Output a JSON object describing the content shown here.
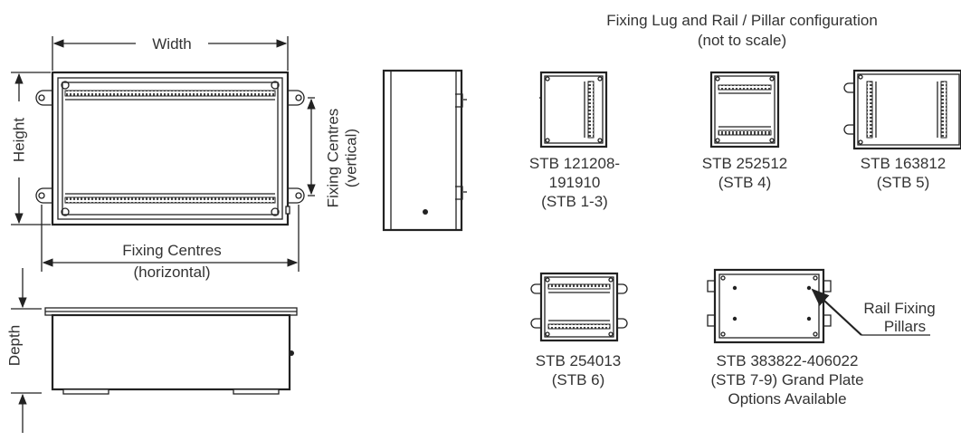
{
  "labels": {
    "width": "Width",
    "height": "Height",
    "fixing_centres_horizontal_line1": "Fixing Centres",
    "fixing_centres_horizontal_line2": "(horizontal)",
    "fixing_centres_vertical_line1": "Fixing Centres",
    "fixing_centres_vertical_line2": "(vertical)",
    "depth": "Depth"
  },
  "config": {
    "title_line1": "Fixing Lug and Rail / Pillar configuration",
    "title_line2": "(not to scale)",
    "items": [
      {
        "lines": [
          "STB 121208-",
          "191910",
          "(STB 1-3)"
        ]
      },
      {
        "lines": [
          "STB 252512",
          "(STB 4)"
        ]
      },
      {
        "lines": [
          "STB 163812",
          "(STB 5)"
        ]
      },
      {
        "lines": [
          "STB 254013",
          "(STB 6)"
        ]
      },
      {
        "lines": [
          "STB 383822-406022",
          "(STB 7-9) Grand Plate",
          "Options Available"
        ]
      }
    ],
    "callout_line1": "Rail Fixing",
    "callout_line2": "Pillars"
  }
}
